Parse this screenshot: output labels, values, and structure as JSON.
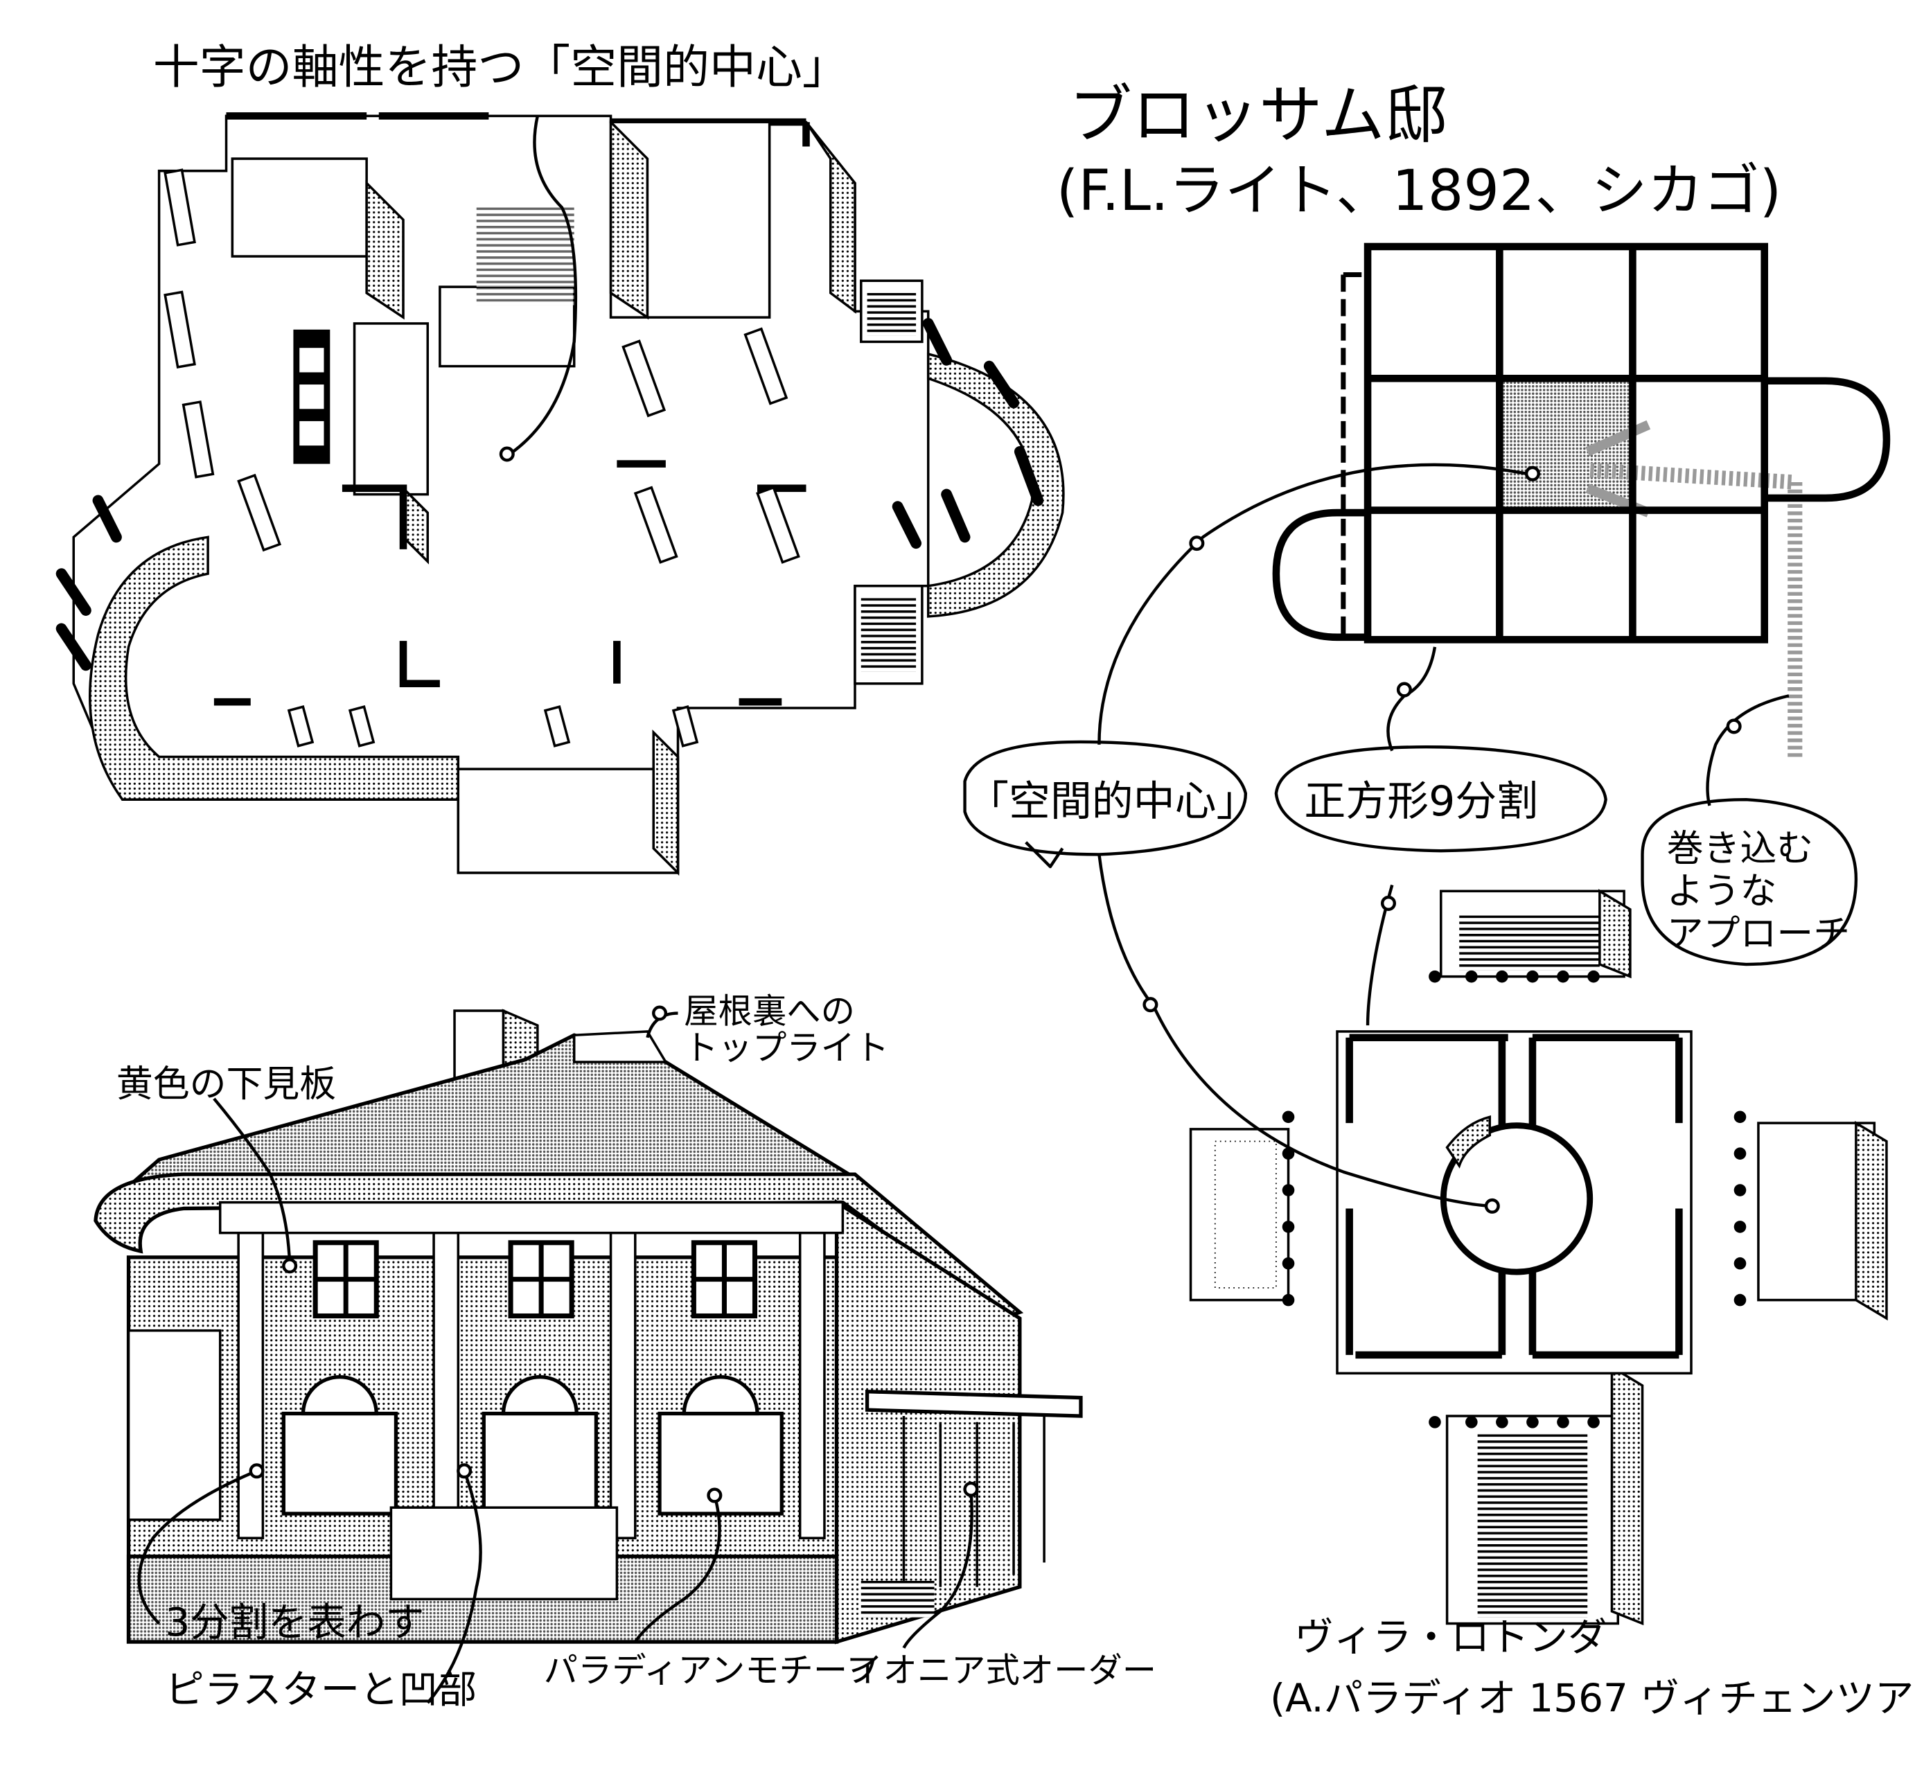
{
  "plan_caption": "十字の軸性を持つ「空間的中心」",
  "title": {
    "name": "ブロッサム邸",
    "credit": "(F.L.ライト、1892、シカゴ)"
  },
  "bubbles": {
    "center": "「空間的中心」",
    "grid": "正方形9分割",
    "approach": [
      "巻き込む",
      "ような",
      "アプローチ"
    ]
  },
  "rotonda": {
    "name": "ヴィラ・ロトンダ",
    "credit": "(A.パラディオ 1567 ヴィチェンツア)"
  },
  "elevation_labels": {
    "skylight": [
      "屋根裏への",
      "トップライト"
    ],
    "siding": "黄色の下見板",
    "pilaster": [
      "3分割を表わす",
      "ピラスターと凹部"
    ],
    "palladian": "パラディアンモチーフ",
    "ionic": "イオニア式オーダー"
  },
  "colors": {
    "ink": "#000000",
    "paper": "#ffffff",
    "screen_tone": "#9a9a9a"
  }
}
